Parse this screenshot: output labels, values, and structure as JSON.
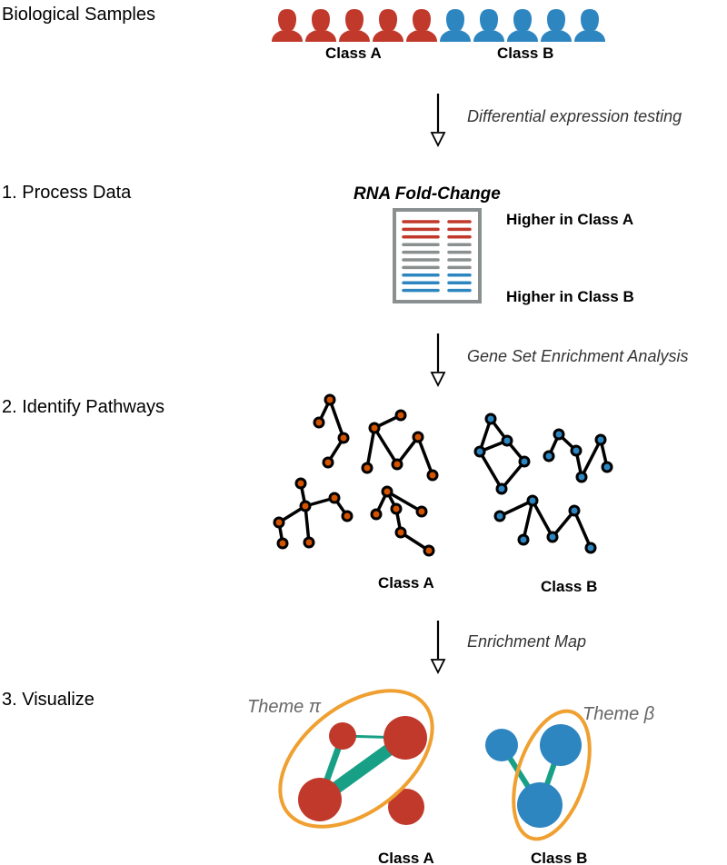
{
  "steps": {
    "samples": "Biological Samples",
    "process": "1. Process Data",
    "identify": "2. Identify Pathways",
    "visualize": "3. Visualize"
  },
  "samples": {
    "class_a_label": "Class A",
    "class_b_label": "Class B",
    "class_a_count": 5,
    "class_b_count": 5
  },
  "arrows": {
    "de_testing": "Differential expression testing",
    "gsea": "Gene Set Enrichment Analysis",
    "enrichment_map": "Enrichment Map"
  },
  "fold_change": {
    "title": "RNA Fold-Change",
    "higher_a": "Higher in Class A",
    "higher_b": "Higher in Class B",
    "row_colors": [
      "red",
      "red",
      "red",
      "gray",
      "gray",
      "gray",
      "gray",
      "blue",
      "blue",
      "blue"
    ]
  },
  "pathways": {
    "class_a_label": "Class A",
    "class_b_label": "Class B"
  },
  "visualize": {
    "theme_a": "Theme π",
    "theme_b": "Theme β",
    "class_a_label": "Class A",
    "class_b_label": "Class B"
  },
  "colors": {
    "class_a": "#c0392b",
    "class_b": "#2e86c1",
    "node_a": "#d35400",
    "node_b": "#2e86c1",
    "gray": "#8a8f8f",
    "edge": "#17a086",
    "theme_ring": "#f0a030",
    "panel_border": "#8a9090"
  }
}
